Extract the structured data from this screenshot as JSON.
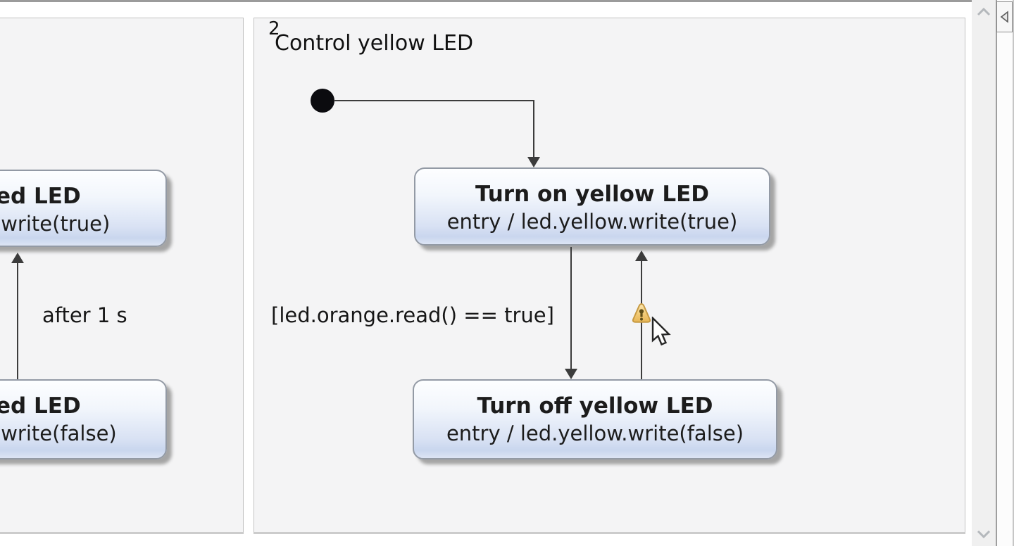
{
  "diagram": {
    "region1": {
      "state_top": {
        "title_fragment": "ed LED",
        "entry_fragment": ".write(true)"
      },
      "state_bottom": {
        "title_fragment": "ed LED",
        "entry_fragment": ".write(false)"
      },
      "transition_label": "after 1 s"
    },
    "region2": {
      "number": "2",
      "title": "Control yellow LED",
      "state_on": {
        "title": "Turn on yellow LED",
        "entry": "entry / led.yellow.write(true)"
      },
      "state_off": {
        "title": "Turn off yellow LED",
        "entry": "entry / led.yellow.write(false)"
      },
      "guard_label": "[led.orange.read() == true]"
    }
  },
  "icons": {
    "initial_state": "filled-black-circle",
    "warning": "warning-triangle-icon",
    "cursor": "arrow-cursor-icon",
    "scroll_up": "chevron-up-icon",
    "scroll_down": "chevron-down-icon",
    "palette_toggle": "triangle-left-icon"
  },
  "colors": {
    "state_fill_top": "#fdfeff",
    "state_fill_bottom": "#c9d6ee",
    "state_border": "#939aa5",
    "transition_line": "#3c3c3c",
    "region_background": "#f4f4f5",
    "region_border": "#c2c2c2",
    "warning_fill": "#f3cd7a",
    "scrollbar_track": "#f0f0f0"
  }
}
